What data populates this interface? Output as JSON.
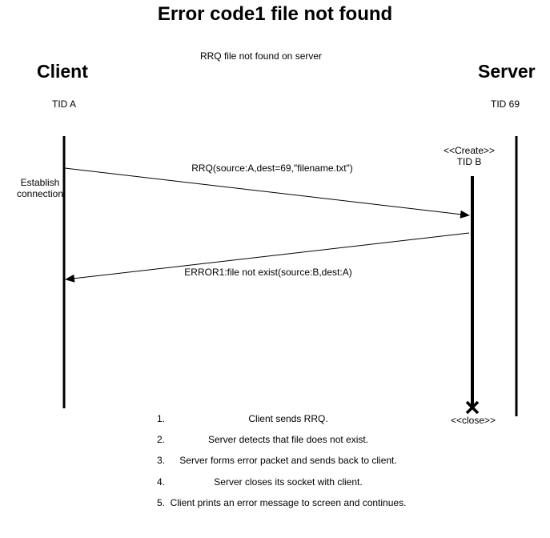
{
  "title": "Error code1 file not found",
  "subtitle": "RRQ file not found on server",
  "client": {
    "name": "Client",
    "tid": "TID A"
  },
  "server": {
    "name": "Server",
    "tid": "TID 69"
  },
  "establish": {
    "line1": "Establish",
    "line2": "connection"
  },
  "child": {
    "create": "<<Create>>",
    "tid": "TID B",
    "close": "<<close>>"
  },
  "messages": [
    {
      "label": "RRQ(source:A,dest=69,\"filename.txt\")",
      "from": "client",
      "to": "child-tid-b"
    },
    {
      "label": "ERROR1:file not exist(source:B,dest:A)",
      "from": "child-tid-b",
      "to": "client"
    }
  ],
  "steps": [
    {
      "num": "1.",
      "text": "Client sends RRQ."
    },
    {
      "num": "2.",
      "text": "Server detects that file does not exist."
    },
    {
      "num": "3.",
      "text": "Server forms error packet and sends back to client."
    },
    {
      "num": "4.",
      "text": "Server closes its socket with client."
    },
    {
      "num": "5.",
      "text": "Client prints an error message to screen and continues."
    }
  ]
}
